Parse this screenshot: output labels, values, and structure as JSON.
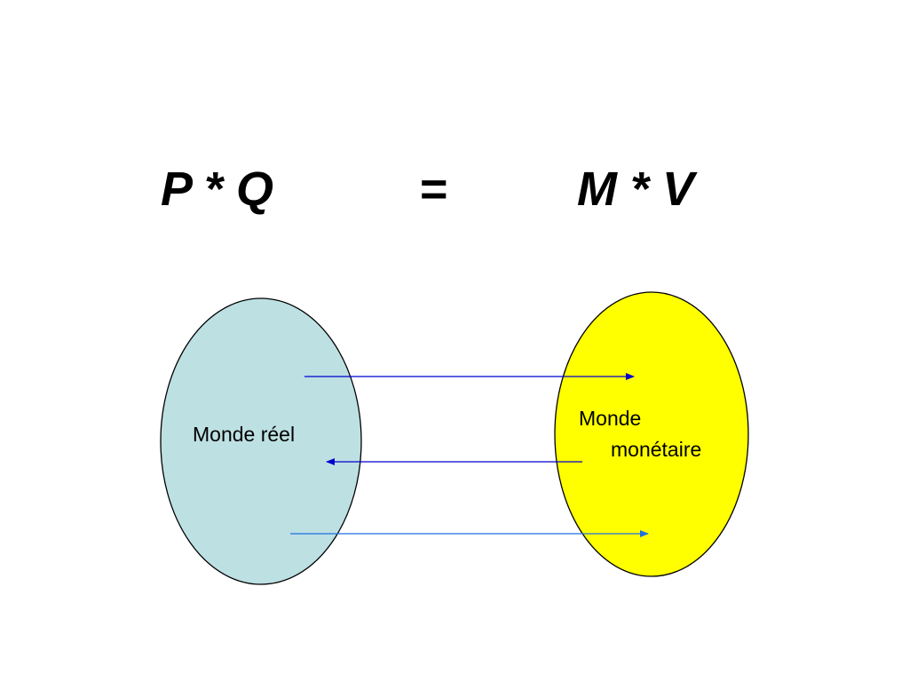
{
  "equation": {
    "left": "P * Q",
    "operator": "=",
    "right": "M * V"
  },
  "diagram": {
    "real_world": {
      "label": "Monde réel",
      "fill": "#bde0e3"
    },
    "monetary_world": {
      "label_line1": "Monde",
      "label_line2": "monétaire",
      "fill": "#ffff00"
    },
    "arrows": [
      {
        "direction": "to-monetary",
        "color": "#0000cc"
      },
      {
        "direction": "to-real",
        "color": "#0000cc"
      },
      {
        "direction": "to-monetary",
        "color": "#1f6fe0"
      }
    ]
  }
}
